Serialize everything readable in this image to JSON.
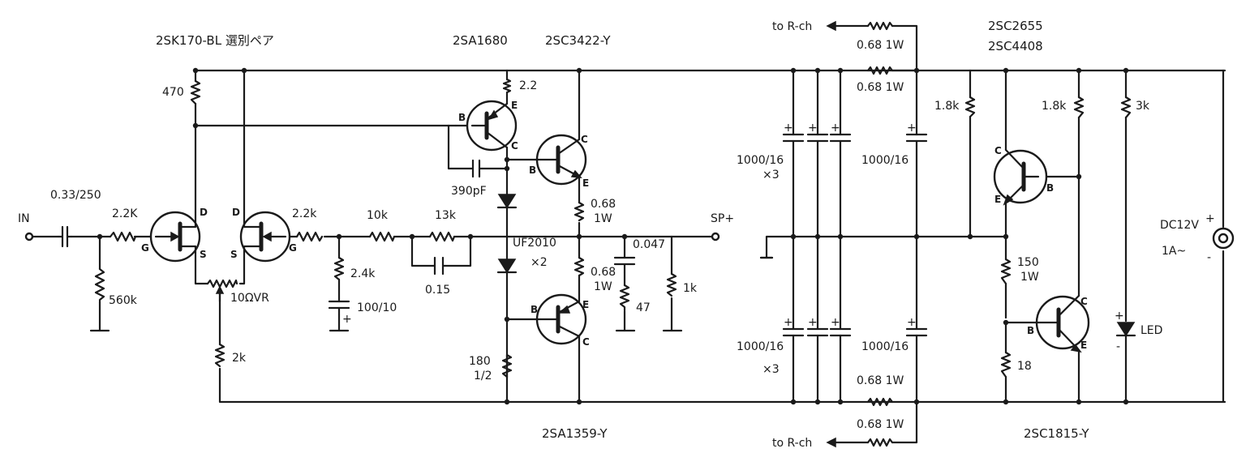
{
  "labels": {
    "in": "IN",
    "sp_plus": "SP+",
    "fet_pair": "2SK170-BL 選別ペア",
    "q_2sa1680": "2SA1680",
    "q_2sc3422": "2SC3422-Y",
    "q_2sa1359": "2SA1359-Y",
    "q_2sc2655": "2SC2655",
    "q_2sc4408": "2SC4408",
    "q_2sc1815": "2SC1815-Y",
    "c_input": "0.33/250",
    "r_22k_in": "2.2K",
    "r_560k": "560k",
    "r_470": "470",
    "r_22k_gate": "2.2k",
    "vr_10": "10ΩVR",
    "r_2k": "2k",
    "r_24k": "2.4k",
    "c_100_10": "100/10",
    "r_10k": "10k",
    "r_13k": "13k",
    "c_015": "0.15",
    "r_22_emitter": "2.2",
    "c_390pf": "390pF",
    "diode_uf2010": "UF2010",
    "diode_x2": "×2",
    "r_068_a": "0.68",
    "r_068_a_w": "1W",
    "r_068_b": "0.68",
    "r_068_b_w": "1W",
    "r_180": "180",
    "r_180_w": "1/2",
    "c_0047": "0.047",
    "r_47": "47",
    "r_1k": "1k",
    "to_rch_top": "to R-ch",
    "to_rch_bottom": "to R-ch",
    "r_068_1w_1": "0.68 1W",
    "r_068_1w_2": "0.68 1W",
    "r_068_1w_3": "0.68 1W",
    "r_068_1w_4": "0.68 1W",
    "c_1000_16_x3_top": "1000/16",
    "c_x3_top": "×3",
    "c_1000_16_single_top": "1000/16",
    "c_1000_16_x3_bot": "1000/16",
    "c_x3_bot": "×3",
    "c_1000_16_single_bot": "1000/16",
    "r_18k_a": "1.8k",
    "r_18k_b": "1.8k",
    "r_3k": "3k",
    "r_150": "150",
    "r_150_w": "1W",
    "r_18": "18",
    "led": "LED",
    "dc_supply": "DC12V",
    "dc_current": "1A~",
    "plus": "+",
    "minus": "-"
  },
  "pins": {
    "g": "G",
    "d": "D",
    "s": "S",
    "b": "B",
    "c": "C",
    "e": "E"
  }
}
